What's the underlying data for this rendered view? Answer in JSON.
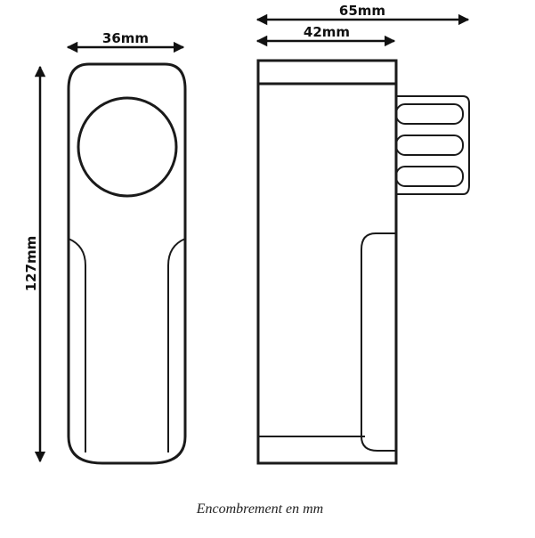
{
  "dimensions": {
    "front_width": "36mm",
    "height": "127mm",
    "side_total_width": "65mm",
    "side_body_width": "42mm"
  },
  "caption": "Encombrement en mm"
}
